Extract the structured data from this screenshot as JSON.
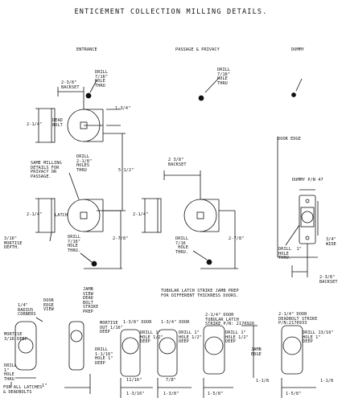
{
  "title": "ENTICEMENT COLLECTION MILLING DETAILS.",
  "columns": {
    "entrance": "ENTRANCE",
    "passage": "PASSAGE & PRIVACY",
    "dummy": "DUMMY"
  },
  "entrance": {
    "drill_label": "DRILL\n7/16\"\nHOLE\nTHRU",
    "backset": "2-3/8\"\nBACKSET",
    "dim_1_3_4": "1-3/4\"",
    "dim_2_1_4_top": "2-1/4\"",
    "dead_bolt": "DEAD\nBOLT",
    "drill_2_1_8": "DRILL\n2-1/8\"\nHOLES\nTHRU",
    "same_milling": "SAME MILLING\nDETAILS FOR\nPRIVACY OR\nPASSAGE.",
    "dim_5_1_2": "5-1/2\"",
    "dim_2_1_4_bottom": "2-1/4\"",
    "latch": "LATCH",
    "mortise": "3/16\"\nMORTISE\nDEPTH.",
    "drill_bottom": "DRILL\n7/16\"\nHOLE\nTHRU.",
    "dim_2_7_8": "2-7/8\""
  },
  "passage": {
    "drill_top": "DRILL\n7/16\"\nHOLE\nTHRU",
    "backset": "2 3/8\"\nBACKSET",
    "dim_2_1_4": "2-1/4\"",
    "drill_bottom": "DRILL\n7/16\n HOLE\nTHRU.",
    "dim_2_7_8": "2-7/8\""
  },
  "dummy": {
    "door_edge": "DOOR EDGE",
    "part": "DUMMY P/N 47",
    "dim_3_4": "3/4\"\nWIDE",
    "drill": "DRILL  1\"\nHOLE\nTHRU.",
    "backset": "2-3/8\"\nBACKSET"
  },
  "strike_header": "TUBULAR LATCH STRIKE JAMB PREP\nFOR DIFFERENT THICKNESS DOORS.",
  "bottom": {
    "radius": "1/4\"\nRADIUS\nCORNERS",
    "door_edge_view": "DOOR\nEDGE\nVIEW",
    "mortise": "MORTISE\n3/16 DEEP",
    "drill_1": "DRILL\n1\"\nHOLE\nTHRU",
    "for_all": "FOR ALL LATCHES\n& DEADBOLTS",
    "dim_1": "1\"",
    "jamb_view": "JAMB\nVIEW\nDEAD\nBOLT\nSTRIKE\nPREP",
    "mortise_out": "MORTISE\nOUT 1/16\"\nDEEP",
    "drill_1_deep": "DRILL\n1-1/16\"\nHOLE 1\"\nDEEP",
    "door_1_3_8": "1-3/8\" DOOR",
    "door_1_3_4": "1-3/4\" DOOR",
    "door_2_1_4_a": "2-1/4\" DOOR\nTUBULAR LATCH\nSTRIKE P/N: 2170926",
    "door_2_1_4_b": "2-1/4\" DOOR\nDEADBOLT STRIKE\nP/N:2170933",
    "drill_a": "DRILL 1\"\nHOLE 1/2\"\nDEEP",
    "drill_b": "DRILL 1\"\nHOLE 1/2\"\nDEEP",
    "drill_c": "DRILL 1\"\nHOLE 1/2\"\nDEEP",
    "drill_d": "DRILL 13/16\"\nHOLE 1\"\nDEEP",
    "jamb_edge": "JAMB\nEDGE",
    "d_11_16": "11/16\"",
    "d_7_8": "7/8\"",
    "d_1_1_8_a": "1-1/8",
    "d_1_1_8_b": "1-1/8",
    "d_1_3_16": "1-3/16\"",
    "d_1_3_8": "1-3/8\"",
    "d_1_5_8_a": "1-5/8\"",
    "d_1_5_8_b": "1-5/8\""
  }
}
